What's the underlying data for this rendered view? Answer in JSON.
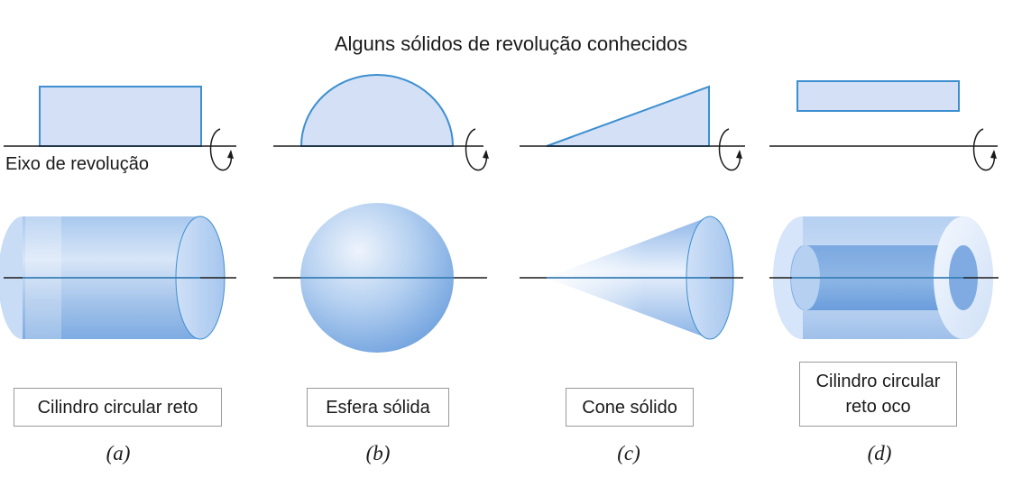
{
  "title": "Alguns sólidos de revolução conhecidos",
  "axis_caption": "Eixo de revolução",
  "panels": [
    {
      "id": "a",
      "name": "Cilindro circular reto",
      "label": "(a)",
      "profile": "rectangle"
    },
    {
      "id": "b",
      "name": "Esfera sólida",
      "label": "(b)",
      "profile": "semicircle"
    },
    {
      "id": "c",
      "name": "Cone sólido",
      "label": "(c)",
      "profile": "triangle"
    },
    {
      "id": "d",
      "name": "Cilindro circular reto oco",
      "name_lines": [
        "Cilindro circular",
        "reto oco"
      ],
      "label": "(d)",
      "profile": "offset-rectangle"
    }
  ],
  "colors": {
    "profile_fill": "#d3e0f5",
    "profile_stroke": "#3d8fd0",
    "solid_light": "#dde9fa",
    "solid_mid": "#9cc0ea",
    "solid_dark": "#6fa3df",
    "axis": "#1a1a1a",
    "box_border": "#9a9a9a"
  }
}
